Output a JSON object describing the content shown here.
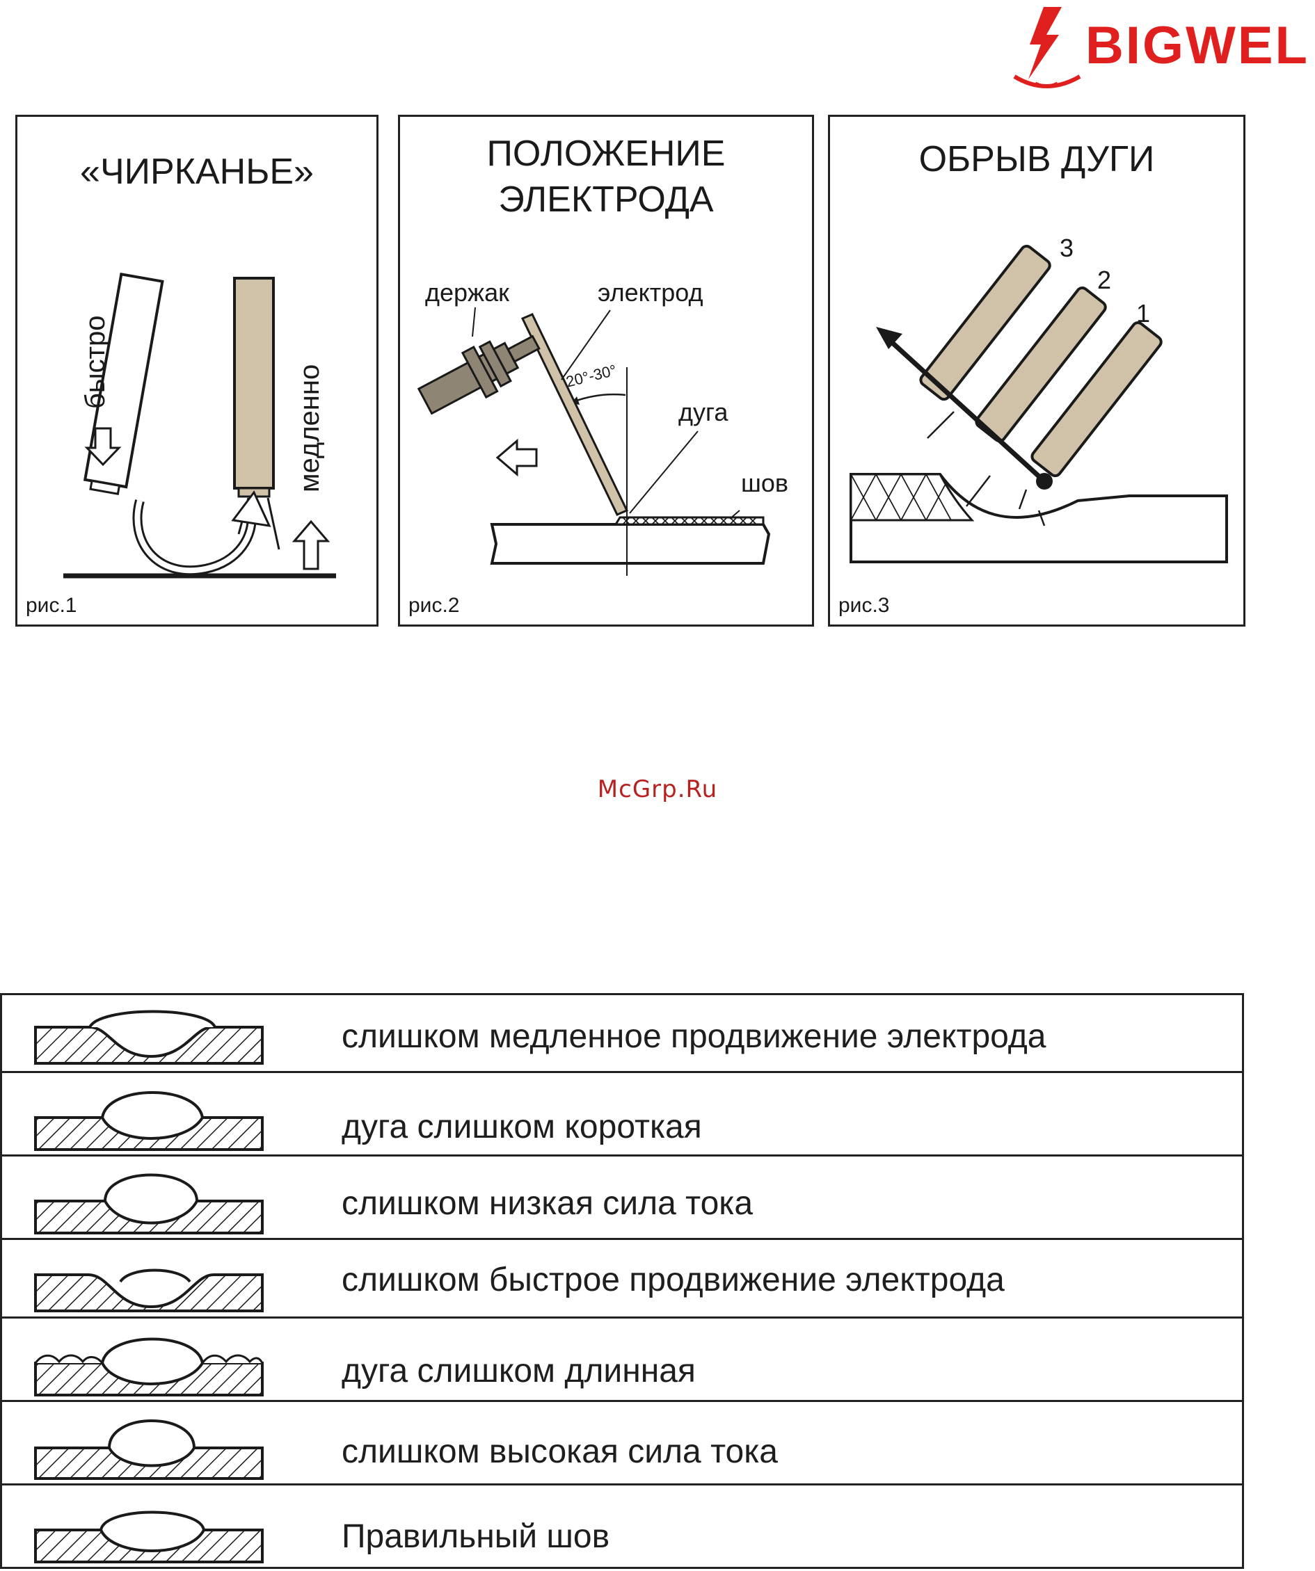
{
  "brand": {
    "name": "BIGWEL",
    "color": "#e0201e"
  },
  "figures": [
    {
      "title": "«ЧИРКАНЬЕ»",
      "caption": "рис.1",
      "labels": {
        "fast": "быстро",
        "slow": "медленно"
      }
    },
    {
      "title_line1": "ПОЛОЖЕНИЕ",
      "title_line2": "ЭЛЕКТРОДА",
      "caption": "рис.2",
      "labels": {
        "holder": "держак",
        "electrode": "электрод",
        "angle": "20°-30°",
        "arc": "дуга",
        "seam": "шов"
      }
    },
    {
      "title": "ОБРЫВ ДУГИ",
      "caption": "рис.3",
      "labels": {
        "n3": "3",
        "n2": "2",
        "n1": "1"
      }
    }
  ],
  "watermark": "McGrp.Ru",
  "seam_defects": [
    {
      "label": "слишком медленное продвижение электрода"
    },
    {
      "label": "дуга слишком короткая"
    },
    {
      "label": "слишком низкая сила тока"
    },
    {
      "label": "слишком быстрое продвижение электрода"
    },
    {
      "label": "дуга слишком длинная"
    },
    {
      "label": "слишком высокая сила тока"
    },
    {
      "label": "Правильный шов"
    }
  ],
  "colors": {
    "electrode_fill": "#cfc2a8",
    "holder_fill": "#8f8574",
    "outline": "#1a1a1a"
  }
}
